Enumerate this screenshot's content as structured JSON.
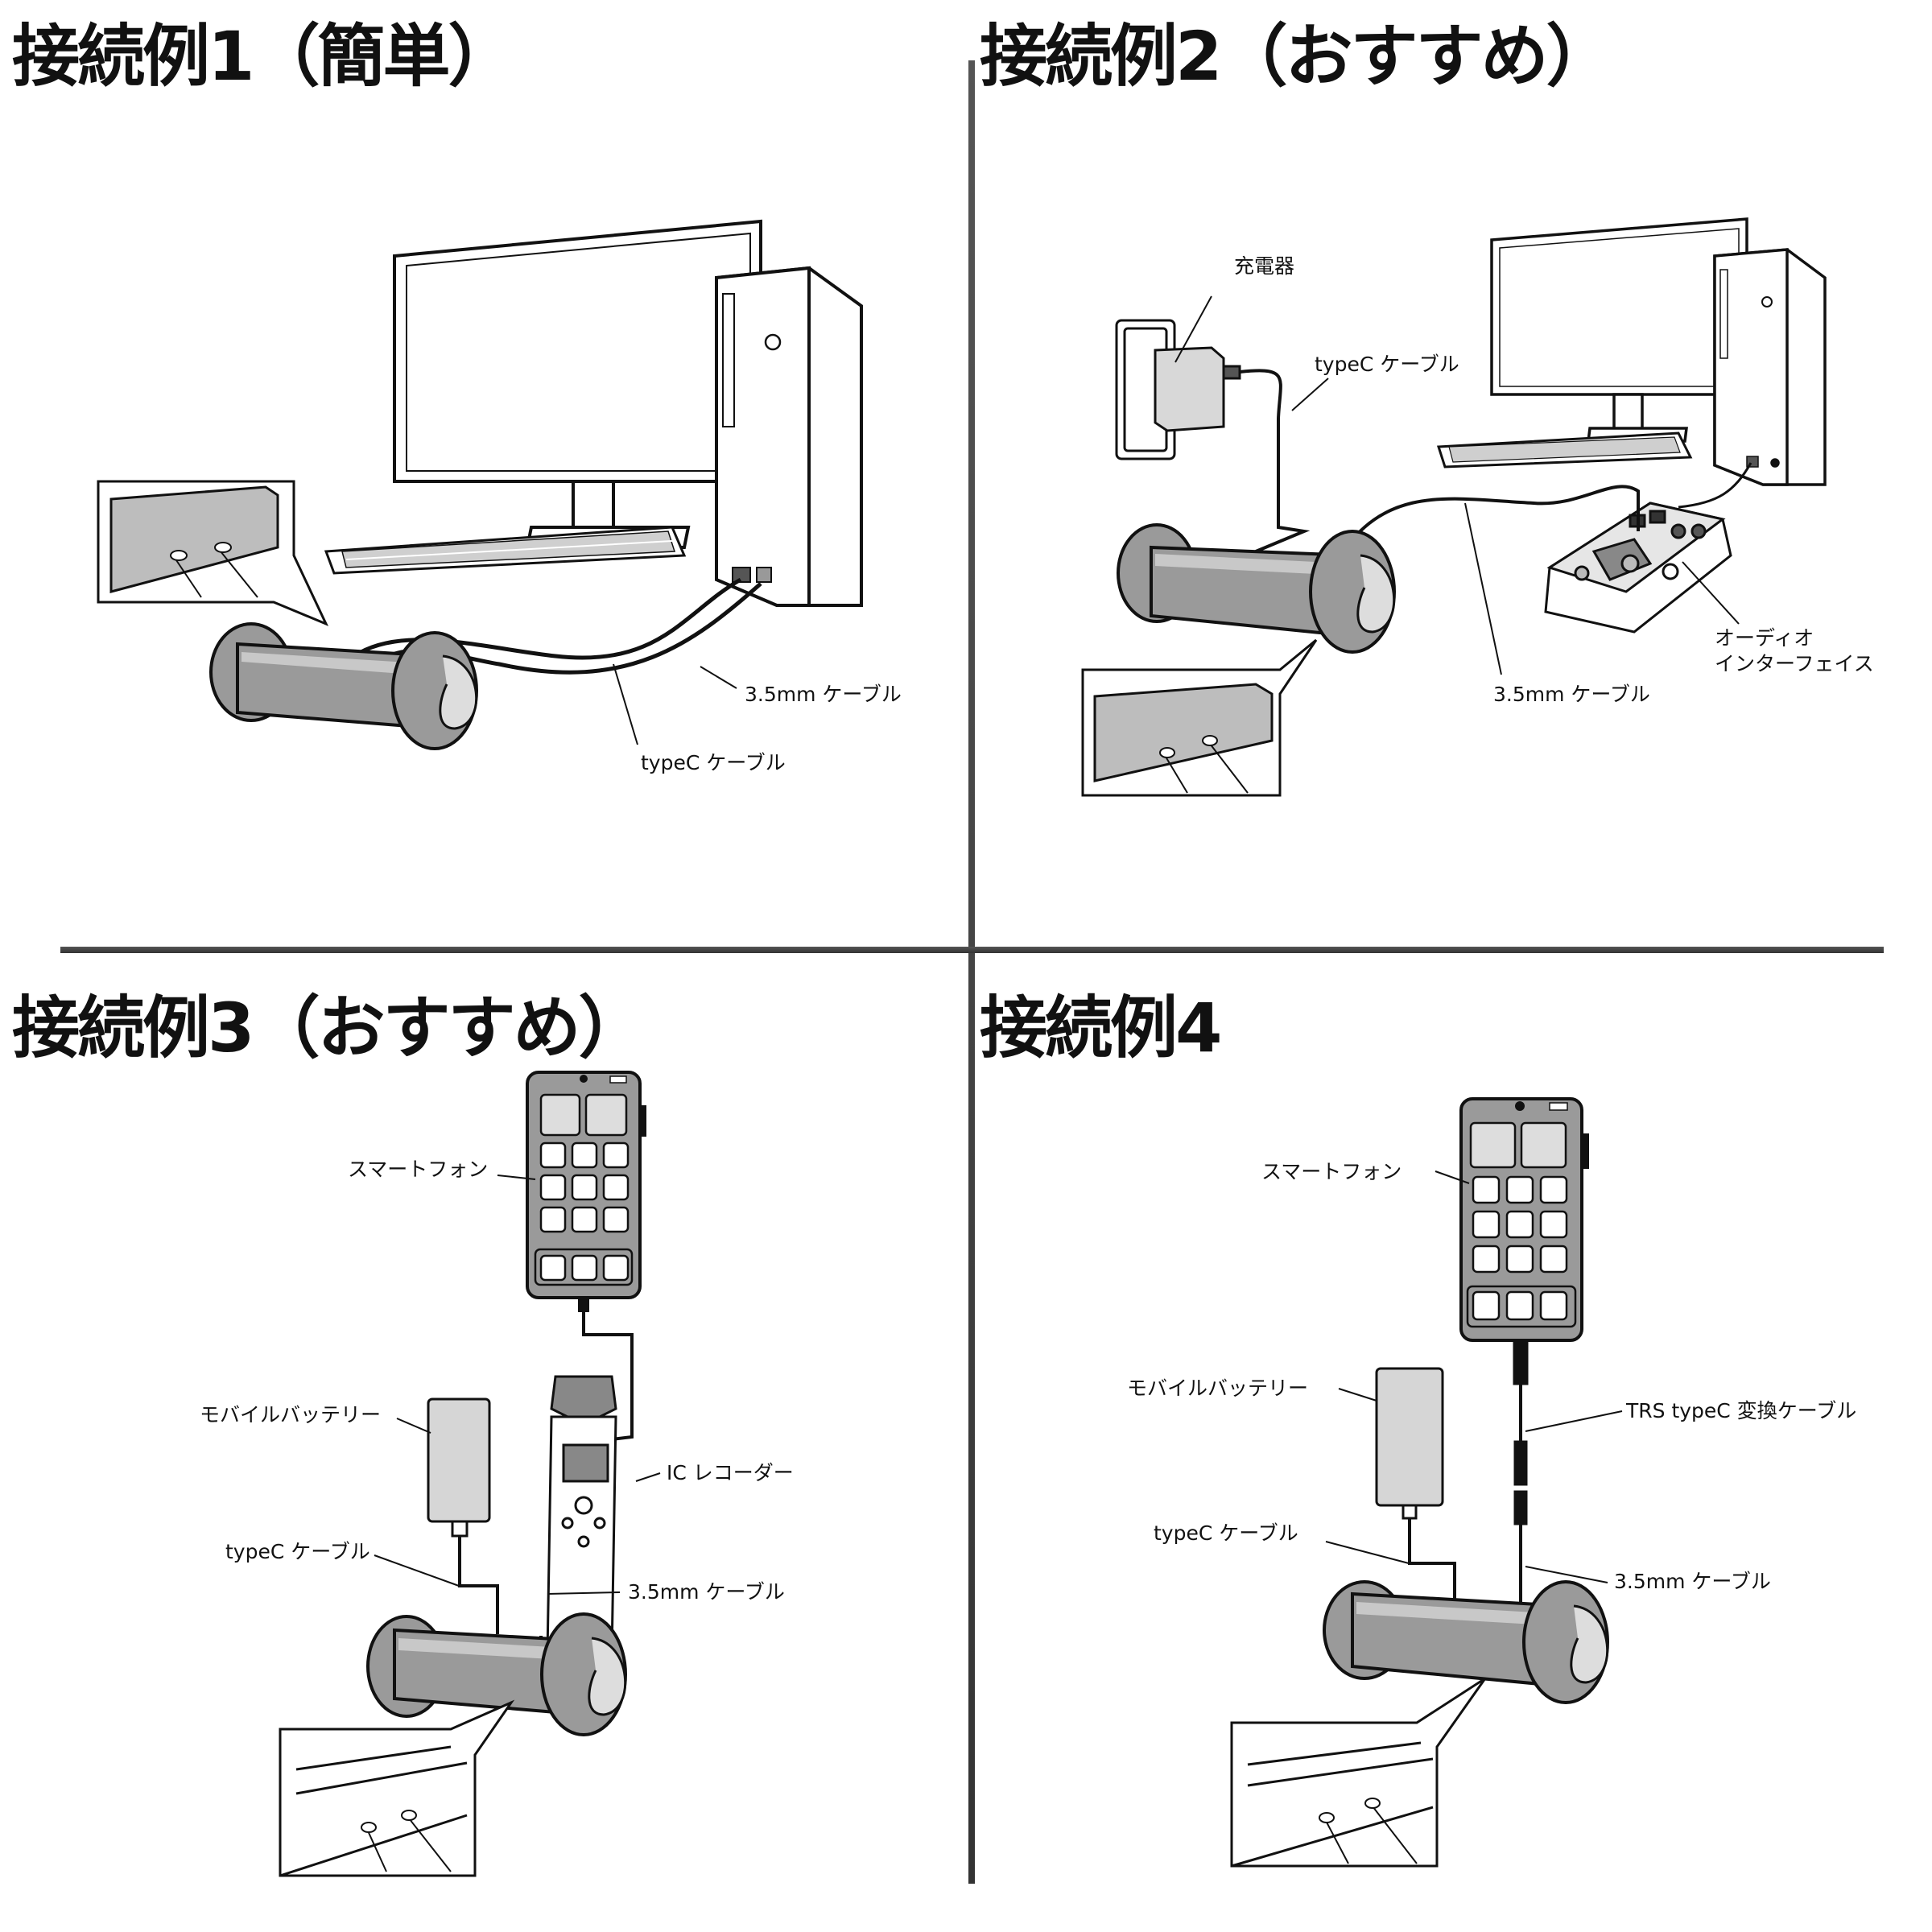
{
  "panels": [
    {
      "title": "接続例1（簡単）",
      "labels": {
        "cable_35": "3.5mm ケーブル",
        "cable_typec": "typeC ケーブル"
      }
    },
    {
      "title": "接続例2（おすすめ）",
      "labels": {
        "charger": "充電器",
        "cable_typec": "typeC ケーブル",
        "cable_35": "3.5mm ケーブル",
        "audio_if_1": "オーディオ",
        "audio_if_2": "インターフェイス"
      }
    },
    {
      "title": "接続例3（おすすめ）",
      "labels": {
        "smartphone": "スマートフォン",
        "battery": "モバイルバッテリー",
        "recorder": "IC レコーダー",
        "cable_typec": "typeC ケーブル",
        "cable_35": "3.5mm ケーブル"
      }
    },
    {
      "title": "接続例4",
      "labels": {
        "smartphone": "スマートフォン",
        "battery": "モバイルバッテリー",
        "trs": "TRS typeC 変換ケーブル",
        "cable_typec": "typeC ケーブル",
        "cable_35": "3.5mm ケーブル"
      }
    }
  ],
  "colors": {
    "ink": "#111111",
    "device_gray": "#9a9a9a",
    "light_gray": "#d6d6d6",
    "divider": "#444444"
  }
}
